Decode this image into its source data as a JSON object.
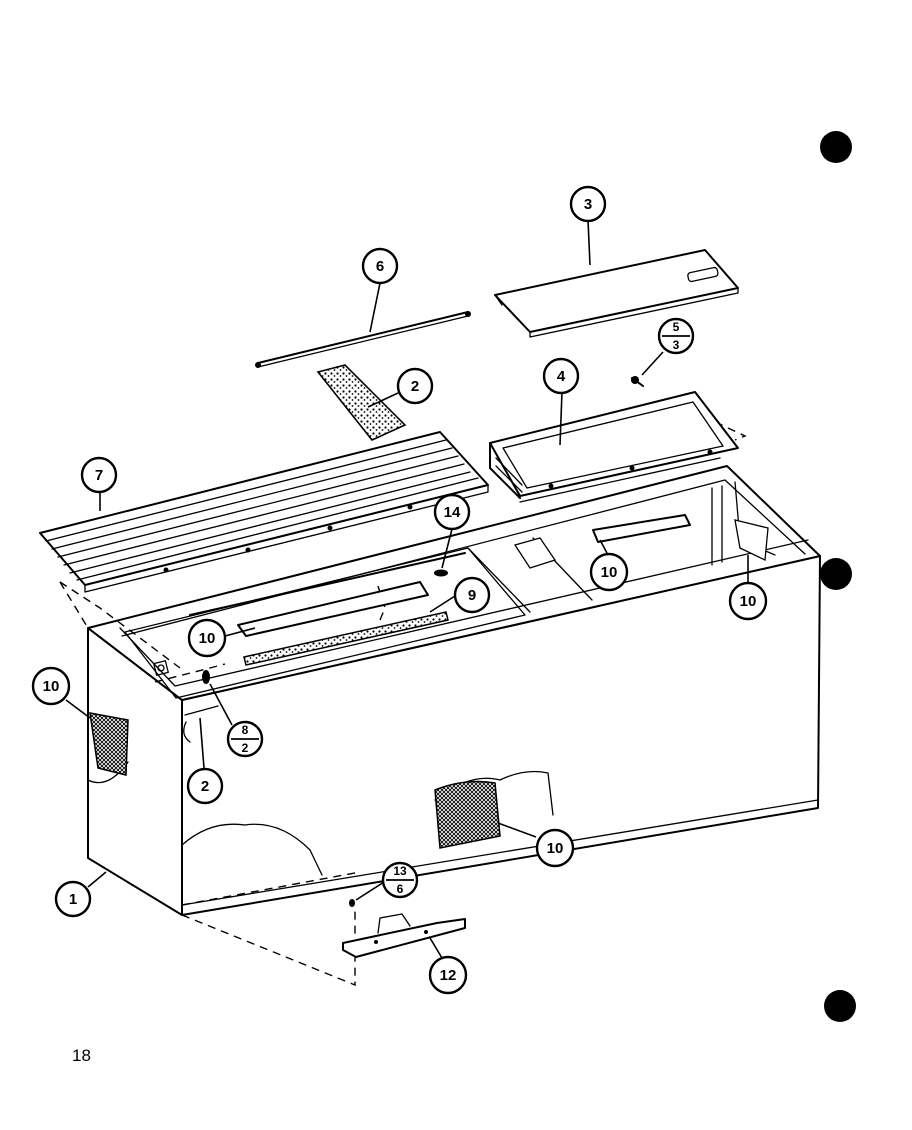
{
  "page": {
    "number": "18"
  },
  "callouts": {
    "c1": "1",
    "c2a": "2",
    "c2b": "2",
    "c3": "3",
    "c4": "4",
    "c6": "6",
    "c7": "7",
    "c9": "9",
    "c10a": "10",
    "c10b": "10",
    "c10c": "10",
    "c10d": "10",
    "c10e": "10",
    "c12": "12",
    "c14": "14",
    "s53_top": "5",
    "s53_bot": "3",
    "s82_top": "8",
    "s82_bot": "2",
    "s136_top": "13",
    "s136_bot": "6"
  },
  "colors": {
    "ink": "#000000",
    "paper": "#ffffff"
  }
}
